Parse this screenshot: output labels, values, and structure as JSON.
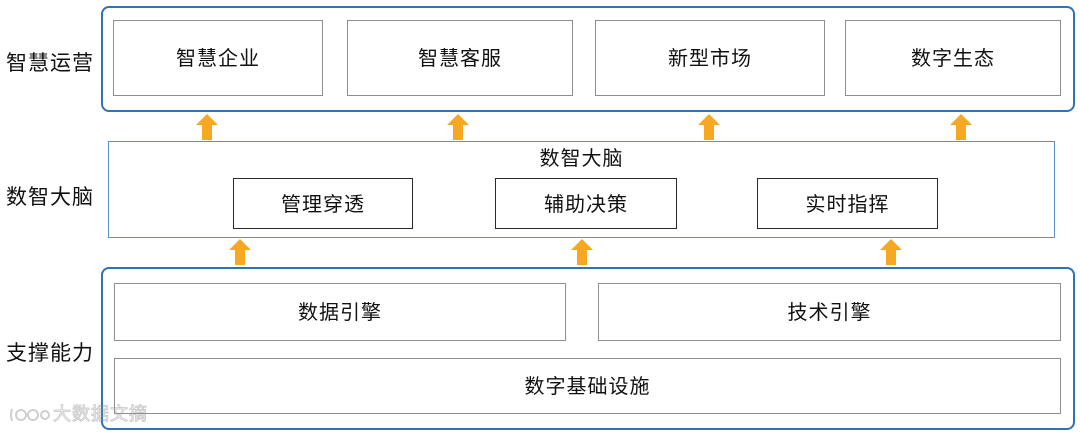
{
  "layers": {
    "operations": {
      "label": "智慧运营",
      "items": [
        "智慧企业",
        "智慧客服",
        "新型市场",
        "数字生态"
      ]
    },
    "brain": {
      "label": "数智大脑",
      "title": "数智大脑",
      "items": [
        "管理穿透",
        "辅助决策",
        "实时指挥"
      ]
    },
    "support": {
      "label": "支撑能力",
      "engines": [
        "数据引擎",
        "技术引擎"
      ],
      "infrastructure": "数字基础设施"
    }
  },
  "colors": {
    "frame_border": "#2f73b7",
    "arrow": "#f7a823",
    "box_border": "#8e8e8e"
  },
  "arrows": {
    "icon": "up-arrow-icon"
  },
  "watermark": {
    "text": "大数据文摘",
    "icon": "watermark-logo-icon"
  }
}
